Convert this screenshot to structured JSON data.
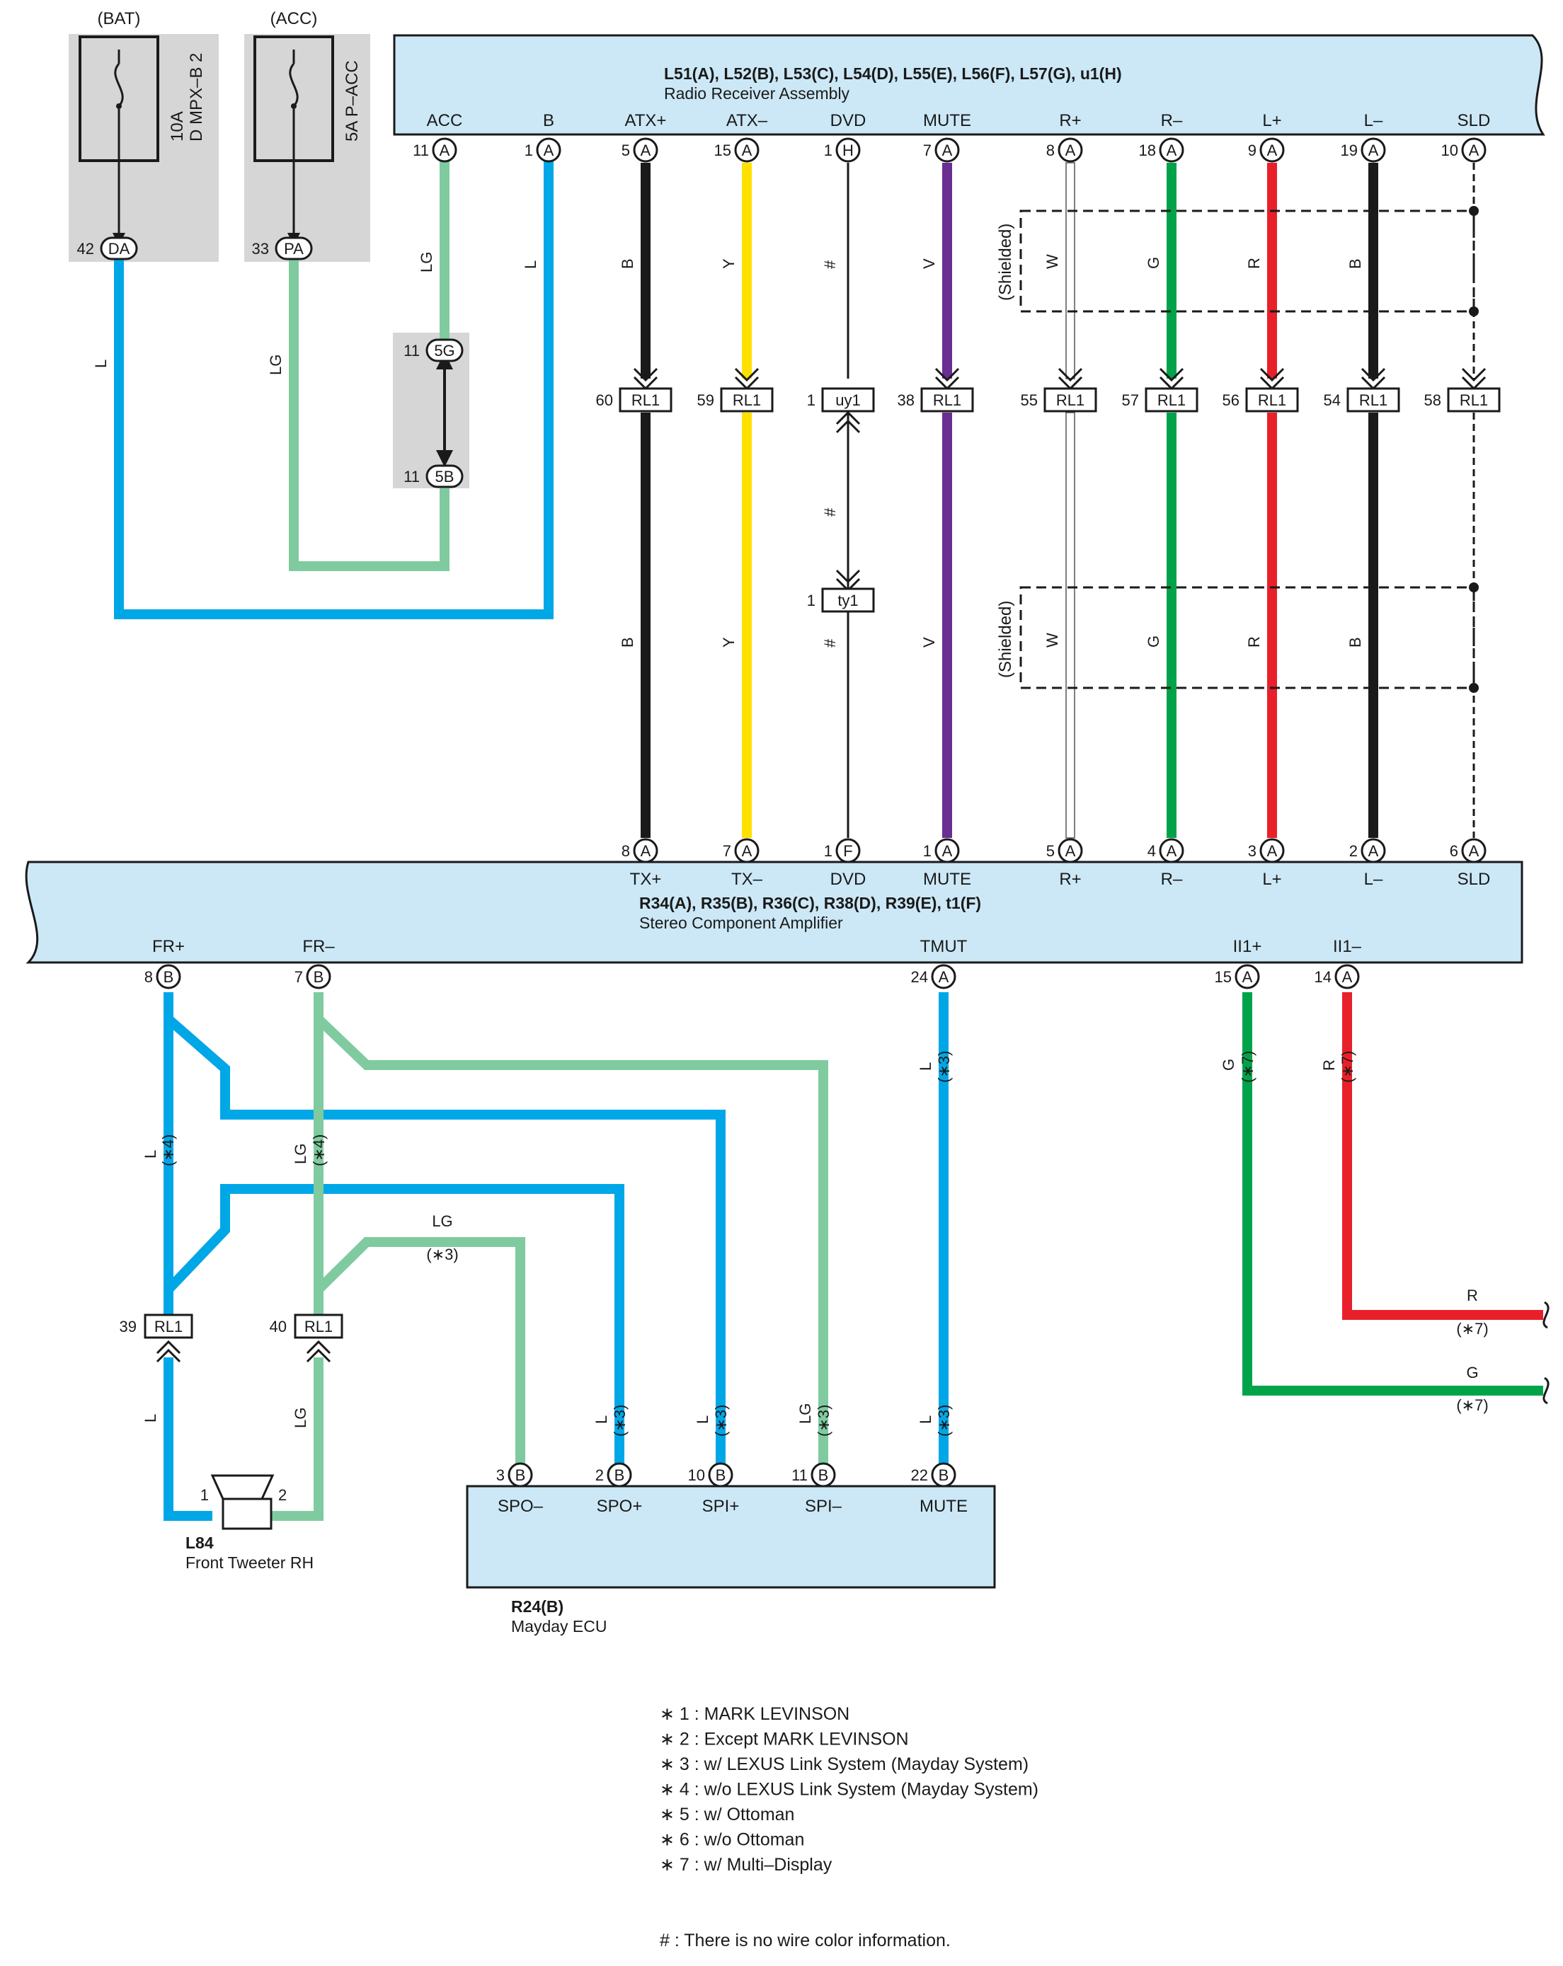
{
  "colors": {
    "connector_fill": "#cce8f6",
    "shade": "#d6d6d6",
    "L": "#00a7e7",
    "LG": "#7fcb9f",
    "B": "#1a1a1a",
    "Y": "#ffe000",
    "V": "#6a2d91",
    "W": "#ffffff",
    "G": "#00a34a",
    "R": "#e8202a"
  },
  "fuses": {
    "bat": {
      "top": "(BAT)",
      "rating": "10A",
      "name": "D MPX–B 2",
      "pin": "42",
      "conn": "DA",
      "wire": "L"
    },
    "acc": {
      "top": "(ACC)",
      "rating": "5A P–ACC",
      "pin": "33",
      "conn": "PA",
      "wire": "LG"
    }
  },
  "junction": {
    "pin_top": "11",
    "conn_top": "5G",
    "pin_bottom": "11",
    "conn_bottom": "5B"
  },
  "radio": {
    "title": "L51(A), L52(B), L53(C), L54(D), L55(E), L56(F), L57(G), u1(H)",
    "name": "Radio Receiver Assembly",
    "pins": [
      {
        "label": "ACC",
        "num": "11",
        "conn": "A",
        "wire": "LG"
      },
      {
        "label": "B",
        "num": "1",
        "conn": "A",
        "wire": "L"
      },
      {
        "label": "ATX+",
        "num": "5",
        "conn": "A",
        "wire": "B"
      },
      {
        "label": "ATX–",
        "num": "15",
        "conn": "A",
        "wire": "Y"
      },
      {
        "label": "DVD",
        "num": "1",
        "conn": "H",
        "wire": "#"
      },
      {
        "label": "MUTE",
        "num": "7",
        "conn": "A",
        "wire": "V"
      },
      {
        "label": "R+",
        "num": "8",
        "conn": "A",
        "wire": "W"
      },
      {
        "label": "R–",
        "num": "18",
        "conn": "A",
        "wire": "G"
      },
      {
        "label": "L+",
        "num": "9",
        "conn": "A",
        "wire": "R"
      },
      {
        "label": "L–",
        "num": "19",
        "conn": "A",
        "wire": "B"
      },
      {
        "label": "SLD",
        "num": "10",
        "conn": "A",
        "wire": ""
      }
    ]
  },
  "inline": [
    {
      "num": "60",
      "conn": "RL1"
    },
    {
      "num": "59",
      "conn": "RL1"
    },
    {
      "num": "1",
      "conn": "uy1"
    },
    {
      "num": "38",
      "conn": "RL1"
    },
    {
      "num": "55",
      "conn": "RL1"
    },
    {
      "num": "57",
      "conn": "RL1"
    },
    {
      "num": "56",
      "conn": "RL1"
    },
    {
      "num": "54",
      "conn": "RL1"
    },
    {
      "num": "58",
      "conn": "RL1"
    }
  ],
  "ty1": {
    "num": "1",
    "conn": "ty1"
  },
  "shielded": "(Shielded)",
  "amp": {
    "title": "R34(A), R35(B), R36(C), R38(D), R39(E), t1(F)",
    "name": "Stereo Component Amplifier",
    "top_pins": [
      {
        "label": "TX+",
        "num": "8",
        "conn": "A"
      },
      {
        "label": "TX–",
        "num": "7",
        "conn": "A"
      },
      {
        "label": "DVD",
        "num": "1",
        "conn": "F"
      },
      {
        "label": "MUTE",
        "num": "1",
        "conn": "A"
      },
      {
        "label": "R+",
        "num": "5",
        "conn": "A"
      },
      {
        "label": "R–",
        "num": "4",
        "conn": "A"
      },
      {
        "label": "L+",
        "num": "3",
        "conn": "A"
      },
      {
        "label": "L–",
        "num": "2",
        "conn": "A"
      },
      {
        "label": "SLD",
        "num": "6",
        "conn": "A"
      }
    ],
    "bottom_pins": [
      {
        "label": "FR+",
        "num": "8",
        "conn": "B"
      },
      {
        "label": "FR–",
        "num": "7",
        "conn": "B"
      },
      {
        "label": "TMUT",
        "num": "24",
        "conn": "A"
      },
      {
        "label": "II1+",
        "num": "15",
        "conn": "A"
      },
      {
        "label": "II1–",
        "num": "14",
        "conn": "A"
      }
    ]
  },
  "lower_wires": {
    "fr_plus": {
      "color": "L",
      "note": "(∗4)"
    },
    "fr_minus": {
      "color": "LG",
      "note": "(∗4)"
    },
    "lg3": {
      "color": "LG",
      "note": "(∗3)"
    },
    "tmut": {
      "color": "L",
      "note": "(∗3)"
    },
    "ii_plus": {
      "color": "G",
      "note": "(∗7)"
    },
    "ii_minus": {
      "color": "R",
      "note": "(∗7)"
    },
    "out_r": {
      "color": "R",
      "note": "(∗7)"
    },
    "out_g": {
      "color": "G",
      "note": "(∗7)"
    }
  },
  "tweeter_conn": [
    {
      "num": "39",
      "conn": "RL1",
      "wire": "L"
    },
    {
      "num": "40",
      "conn": "RL1",
      "wire": "LG"
    }
  ],
  "tweeter": {
    "id": "L84",
    "name": "Front Tweeter RH",
    "pin1": "1",
    "pin2": "2"
  },
  "mayday": {
    "id": "R24(B)",
    "name": "Mayday ECU",
    "pins": [
      {
        "label": "SPO–",
        "num": "3",
        "conn": "B",
        "wire": "",
        "note": ""
      },
      {
        "label": "SPO+",
        "num": "2",
        "conn": "B",
        "wire": "L",
        "note": "(∗3)"
      },
      {
        "label": "SPI+",
        "num": "10",
        "conn": "B",
        "wire": "L",
        "note": "(∗3)"
      },
      {
        "label": "SPI–",
        "num": "11",
        "conn": "B",
        "wire": "LG",
        "note": "(∗3)"
      },
      {
        "label": "MUTE",
        "num": "22",
        "conn": "B",
        "wire": "L",
        "note": "(∗3)"
      }
    ]
  },
  "footnotes": [
    "∗ 1 : MARK LEVINSON",
    "∗ 2 : Except MARK LEVINSON",
    "∗ 3 : w/ LEXUS Link System (Mayday System)",
    "∗ 4 : w/o LEXUS Link System (Mayday System)",
    "∗ 5 : w/ Ottoman",
    "∗ 6 : w/o Ottoman",
    "∗ 7 : w/ Multi–Display"
  ],
  "hash_note": "# : There is no wire color information."
}
